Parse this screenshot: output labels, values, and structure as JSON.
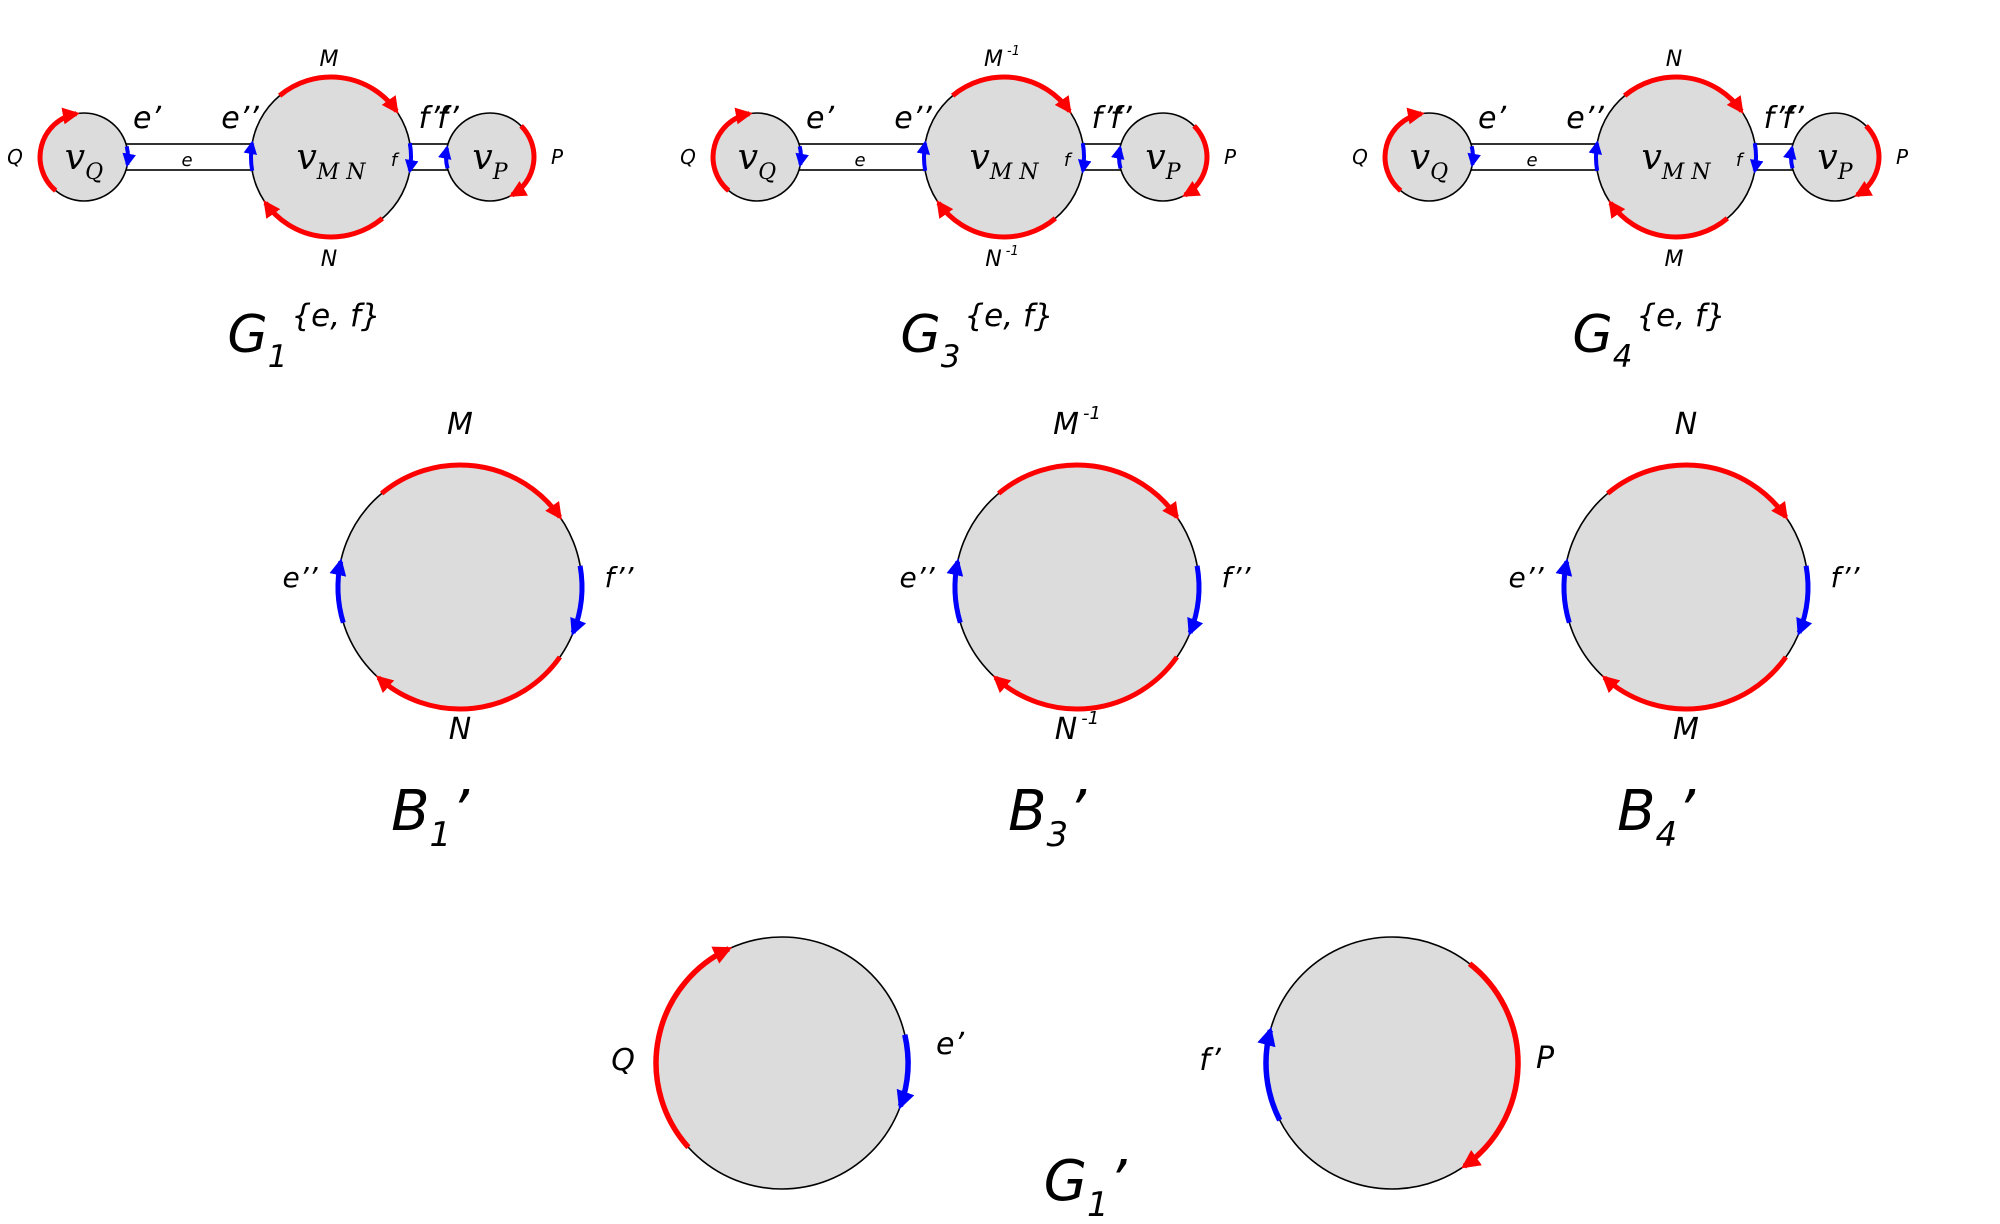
{
  "colors": {
    "boundary_arc": "#ff0000",
    "edge_arc": "#0000ff",
    "disk_fill": "#dcdcdc",
    "outline": "#000000"
  },
  "graphs": [
    {
      "caption": {
        "base": "G",
        "sub": "1",
        "sup": "{e, f}"
      },
      "vq": {
        "v": "v",
        "sub": "Q"
      },
      "vmn": {
        "v": "v",
        "sub": "M N"
      },
      "vp": {
        "v": "v",
        "sub": "P"
      },
      "q": "Q",
      "p": "P",
      "e1": "e’",
      "e2": "e’’",
      "f2": "f’’",
      "f1": "f’",
      "e": "e",
      "f": "f",
      "top": {
        "t": "M",
        "sup": ""
      },
      "bottom": {
        "t": "N",
        "sup": ""
      }
    },
    {
      "caption": {
        "base": "G",
        "sub": "3",
        "sup": "{e, f}"
      },
      "vq": {
        "v": "v",
        "sub": "Q"
      },
      "vmn": {
        "v": "v",
        "sub": "M N"
      },
      "vp": {
        "v": "v",
        "sub": "P"
      },
      "q": "Q",
      "p": "P",
      "e1": "e’",
      "e2": "e’’",
      "f2": "f’’",
      "f1": "f’",
      "e": "e",
      "f": "f",
      "top": {
        "t": "M",
        "sup": "-1"
      },
      "bottom": {
        "t": "N",
        "sup": "-1"
      }
    },
    {
      "caption": {
        "base": "G",
        "sub": "4",
        "sup": "{e, f}"
      },
      "vq": {
        "v": "v",
        "sub": "Q"
      },
      "vmn": {
        "v": "v",
        "sub": "M N"
      },
      "vp": {
        "v": "v",
        "sub": "P"
      },
      "q": "Q",
      "p": "P",
      "e1": "e’",
      "e2": "e’’",
      "f2": "f’’",
      "f1": "f’",
      "e": "e",
      "f": "f",
      "top": {
        "t": "N",
        "sup": ""
      },
      "bottom": {
        "t": "M",
        "sup": ""
      }
    }
  ],
  "boundaries": [
    {
      "caption": {
        "base": "B",
        "sub": "1",
        "prime": "’"
      },
      "top": {
        "t": "M",
        "sup": ""
      },
      "bottom": {
        "t": "N",
        "sup": ""
      },
      "left": "e’’",
      "right": "f’’"
    },
    {
      "caption": {
        "base": "B",
        "sub": "3",
        "prime": "’"
      },
      "top": {
        "t": "M",
        "sup": "-1"
      },
      "bottom": {
        "t": "N",
        "sup": "-1"
      },
      "left": "e’’",
      "right": "f’’"
    },
    {
      "caption": {
        "base": "B",
        "sub": "4",
        "prime": "’"
      },
      "top": {
        "t": "N",
        "sup": ""
      },
      "bottom": {
        "t": "M",
        "sup": ""
      },
      "left": "e’’",
      "right": "f’’"
    }
  ],
  "bottom_pair": {
    "caption": {
      "base": "G",
      "sub": "1",
      "prime": "’"
    },
    "left": {
      "q": "Q",
      "e1": "e’"
    },
    "right": {
      "f1": "f’",
      "p": "P"
    }
  }
}
